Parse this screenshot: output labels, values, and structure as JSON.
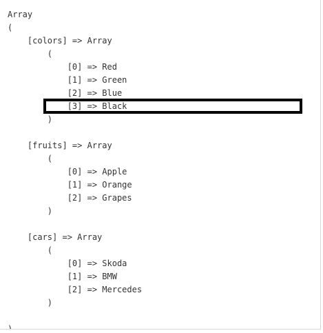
{
  "output": {
    "lines": [
      "Array",
      "(",
      "    [colors] => Array",
      "        (",
      "            [0] => Red",
      "            [1] => Green",
      "            [2] => Blue",
      "            [3] => Black",
      "        )",
      "",
      "    [fruits] => Array",
      "        (",
      "            [0] => Apple",
      "            [1] => Orange",
      "            [2] => Grapes",
      "        )",
      "",
      "    [cars] => Array",
      "        (",
      "            [0] => Skoda",
      "            [1] => BMW",
      "            [2] => Mercedes",
      "        )",
      "",
      ")"
    ]
  }
}
